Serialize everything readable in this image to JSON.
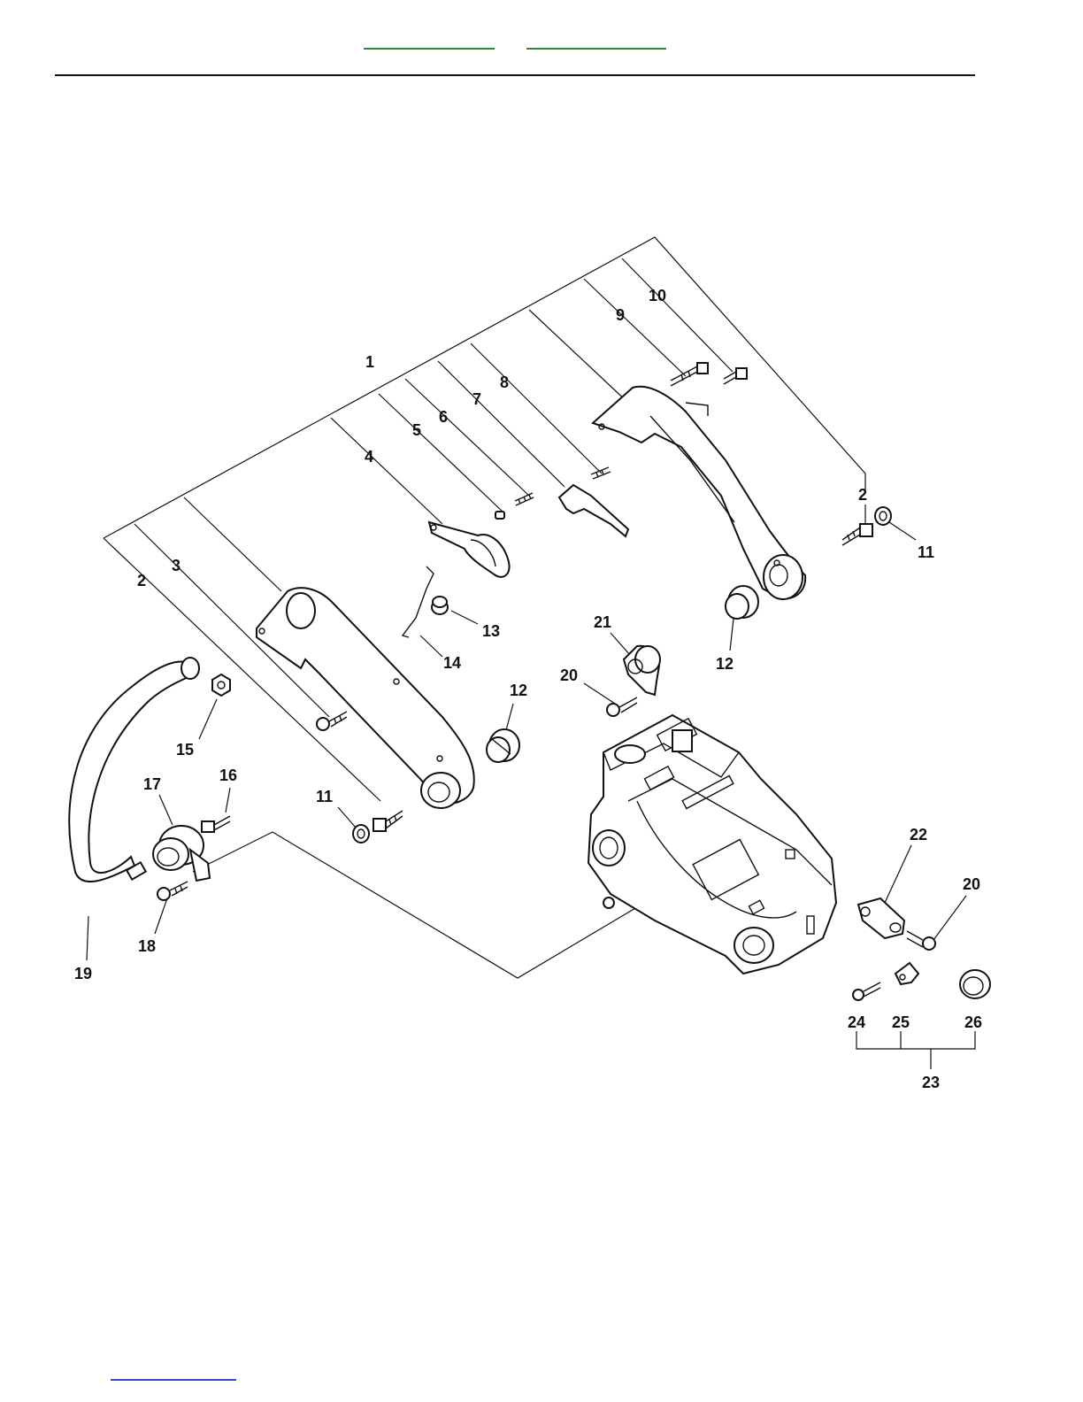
{
  "nav": {
    "top_links": [
      "",
      ""
    ],
    "bottom_link": ""
  },
  "diagram": {
    "callouts": [
      "1",
      "2",
      "3",
      "4",
      "5",
      "6",
      "7",
      "8",
      "9",
      "10",
      "11",
      "12",
      "13",
      "14",
      "15",
      "16",
      "17",
      "18",
      "19",
      "20",
      "21",
      "22",
      "23",
      "24",
      "25",
      "26"
    ],
    "labels": [
      {
        "id": "label-1",
        "text": "1"
      },
      {
        "id": "label-2-top",
        "text": "2"
      },
      {
        "id": "label-2-left",
        "text": "2"
      },
      {
        "id": "label-3",
        "text": "3"
      },
      {
        "id": "label-4",
        "text": "4"
      },
      {
        "id": "label-5",
        "text": "5"
      },
      {
        "id": "label-6",
        "text": "6"
      },
      {
        "id": "label-7",
        "text": "7"
      },
      {
        "id": "label-8",
        "text": "8"
      },
      {
        "id": "label-9",
        "text": "9"
      },
      {
        "id": "label-10",
        "text": "10"
      },
      {
        "id": "label-11-right",
        "text": "11"
      },
      {
        "id": "label-11-left",
        "text": "11"
      },
      {
        "id": "label-12-right",
        "text": "12"
      },
      {
        "id": "label-12-left",
        "text": "12"
      },
      {
        "id": "label-13",
        "text": "13"
      },
      {
        "id": "label-14",
        "text": "14"
      },
      {
        "id": "label-15",
        "text": "15"
      },
      {
        "id": "label-16",
        "text": "16"
      },
      {
        "id": "label-17",
        "text": "17"
      },
      {
        "id": "label-18",
        "text": "18"
      },
      {
        "id": "label-19",
        "text": "19"
      },
      {
        "id": "label-20-left",
        "text": "20"
      },
      {
        "id": "label-20-right",
        "text": "20"
      },
      {
        "id": "label-21",
        "text": "21"
      },
      {
        "id": "label-22",
        "text": "22"
      },
      {
        "id": "label-23",
        "text": "23"
      },
      {
        "id": "label-24",
        "text": "24"
      },
      {
        "id": "label-25",
        "text": "25"
      },
      {
        "id": "label-26",
        "text": "26"
      }
    ]
  }
}
